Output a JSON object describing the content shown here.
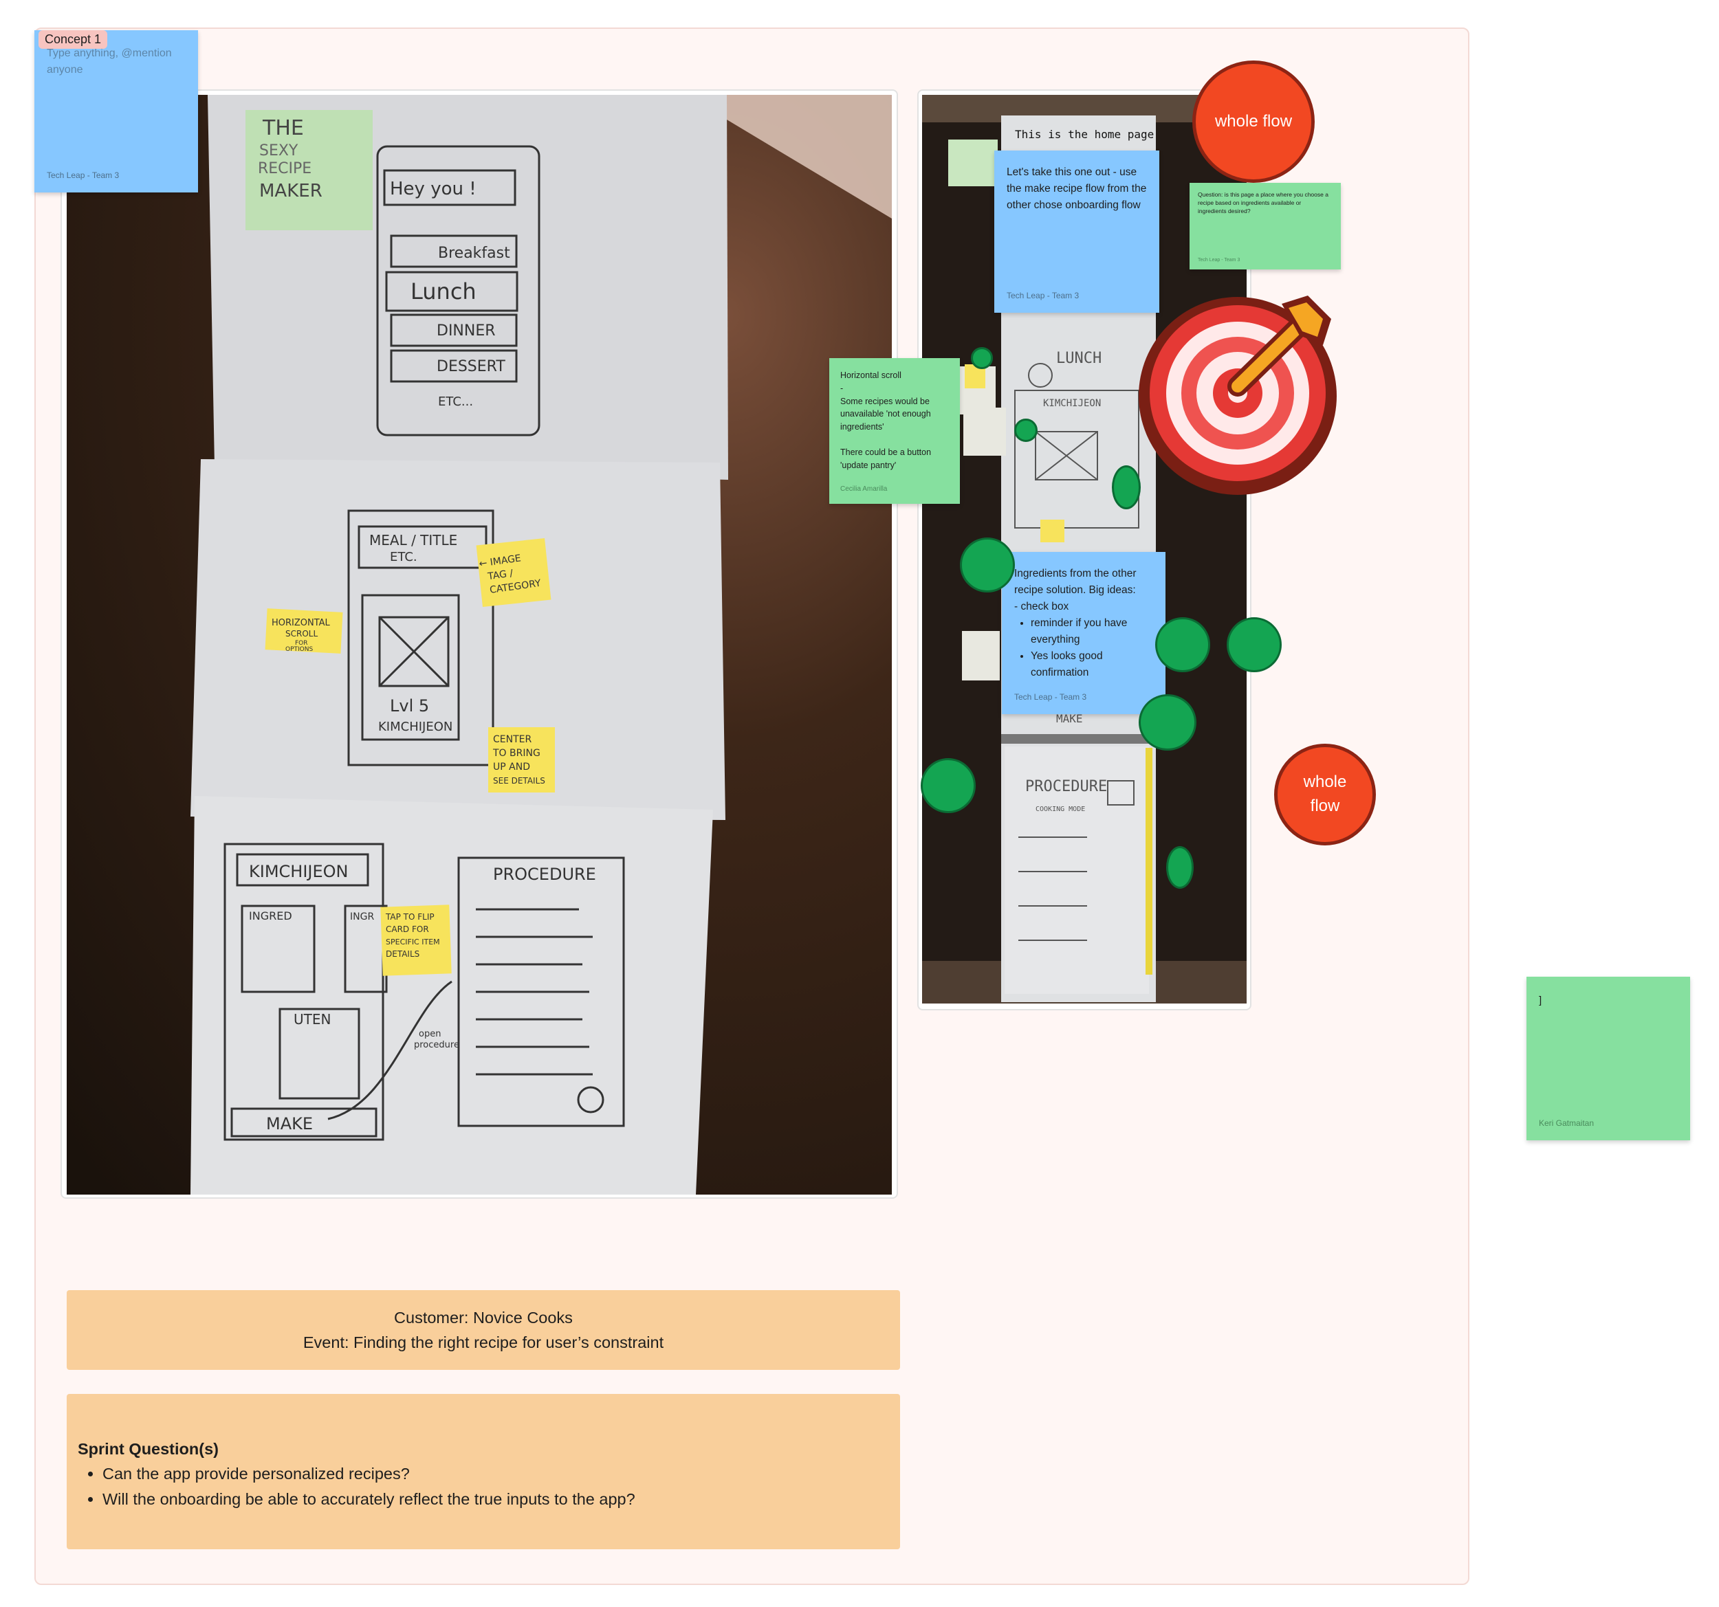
{
  "section": {
    "label": "Concept 1"
  },
  "note_topleft": {
    "placeholder": "Type anything, @mention anyone",
    "author": "Tech Leap - Team 3"
  },
  "photo_left": {
    "title_card": [
      "THE",
      "SEXY",
      "RECIPE",
      "MAKER"
    ],
    "phone_greeting": "Hey you !",
    "meal_items": [
      "Breakfast",
      "Lunch",
      "DINNER",
      "DESSERT",
      "ETC..."
    ],
    "meal_title": [
      "MEAL / TITLE",
      "ETC."
    ],
    "image_tag_note": [
      "← IMAGE",
      "TAG /",
      "CATEGORY"
    ],
    "horizontal_scroll_note": [
      "HORIZONTAL",
      "SCROLL",
      "FOR",
      "OPTIONS"
    ],
    "card_level": "Lvl 5",
    "card_dish": "KIMCHIJEON",
    "center_note": [
      "CENTER",
      "TO BRING",
      "UP AND",
      "SEE DETAILS"
    ],
    "detail_title": "KIMCHIJEON",
    "ingred_label": "INGRED",
    "ingred_label2": "INGR",
    "uten_label": "UTEN",
    "make_label": "MAKE",
    "tap_note": [
      "TAP TO FLIP",
      "CARD FOR",
      "SPECIFIC ITEM",
      "DETAILS"
    ],
    "open_procedure": [
      "open",
      "procedure"
    ],
    "procedure_title": "PROCEDURE"
  },
  "photo_right": {
    "home_label": "This is the home page",
    "sketch_lunch": "LUNCH",
    "sketch_kimchijeon": "KIMCHIJEON",
    "sketch_make": "MAKE",
    "sketch_procedure": "PROCEDURE",
    "sketch_cooking_mode": "COOKING MODE"
  },
  "note_make_flow": {
    "text": "Let's take this one out - use the make recipe flow from the other chose onboarding flow",
    "author": "Tech Leap - Team 3"
  },
  "note_question": {
    "text": "Question: is this page a place where you choose a recipe based on ingredients available or ingredients desired?",
    "author": "Tech Leap - Team 3"
  },
  "note_horizontal": {
    "line1": "Horizontal scroll",
    "line2": "-",
    "line3": "Some recipes would be unavailable 'not enough ingredients'",
    "line4": "There could be a button 'update pantry'",
    "author": "Cecilia Amarilla"
  },
  "note_ingredients": {
    "intro": "Ingredients from the other recipe solution. Big ideas:",
    "line2": "- check box",
    "bullets": [
      "reminder if you have everything",
      "Yes looks good confirmation"
    ],
    "author": "Tech Leap - Team 3"
  },
  "stamps": {
    "top": "whole flow",
    "bottom_line1": "whole",
    "bottom_line2": "flow"
  },
  "note_far_right": {
    "text": "]",
    "author": "Keri Gatmaitan"
  },
  "customer_card": {
    "line1": "Customer: Novice Cooks",
    "line2": "Event: Finding the right recipe for user’s constraint"
  },
  "sprint_card": {
    "heading": "Sprint Question(s)",
    "bullets": [
      "Can the app provide personalized recipes?",
      "Will the onboarding be able to accurately reflect the true inputs to the app?"
    ]
  },
  "colors": {
    "section_bg": "#fff6f4",
    "sticky_blue": "#86c7ff",
    "sticky_green": "#86e09f",
    "stamp_red": "#f24822",
    "dot_green": "#14a552",
    "card_orange": "#f9cf9b",
    "postit_yellow": "#f7e35c"
  }
}
